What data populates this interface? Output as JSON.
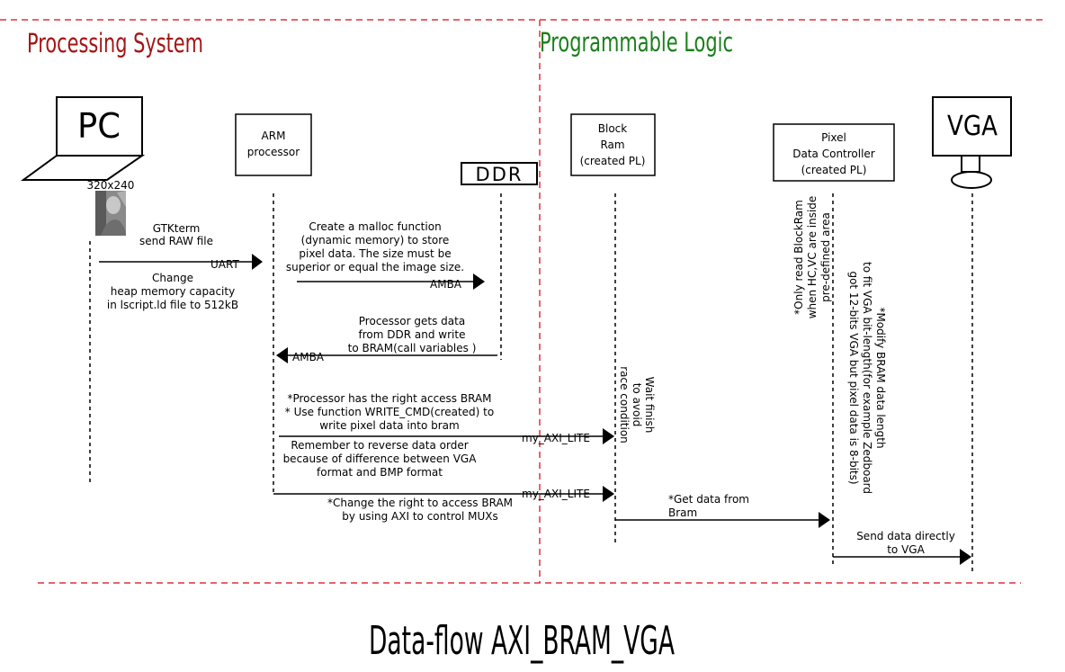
{
  "sections": {
    "ps_title": "Processing System",
    "pl_title": "Programmable Logic",
    "ps_color": "#a31515",
    "pl_color": "#1a7f1a",
    "divider_color": "#e0303a"
  },
  "participants": {
    "pc": "PC",
    "arm": [
      "ARM",
      "processor"
    ],
    "ddr": "DDR",
    "bram": [
      "Block",
      "Ram",
      "(created PL)"
    ],
    "pixel": [
      "Pixel",
      "Data Controller",
      "(created PL)"
    ],
    "vga": "VGA"
  },
  "image_label": "320x240",
  "messages": {
    "gtkterm": [
      "GTKterm",
      "send RAW file"
    ],
    "uart": "UART",
    "heap": [
      "Change",
      "heap memory capacity",
      "in lscript.ld file to 512kB"
    ],
    "malloc": [
      "Create a malloc function",
      "(dynamic memory) to store",
      "pixel data. The size must be",
      "superior or equal the image size."
    ],
    "amba1": "AMBA",
    "processor_gets": [
      "Processor gets data",
      "from DDR and write",
      "to BRAM(call variables )"
    ],
    "amba2": "AMBA",
    "write_cmd": [
      "*Processor has the right access BRAM",
      "* Use function WRITE_CMD(created) to",
      "write pixel data into bram"
    ],
    "axi1": "my_AXI_LITE",
    "reverse": [
      "Remember to reverse data order",
      "because of difference between VGA",
      "format and BMP format"
    ],
    "axi2": "my_AXI_LITE",
    "change_right": [
      "*Change the right to access BRAM",
      "by using AXI to control MUXs"
    ],
    "wait": [
      "Wait finish",
      "to avoid",
      "race condition"
    ],
    "get_data": [
      "*Get data from",
      "Bram"
    ],
    "send_vga": [
      "Send data directly",
      "to VGA"
    ],
    "only_read": [
      "*Only read BlockRam",
      "when HC,VC are inside",
      "pre-defined area"
    ],
    "modify": [
      "*Modify BRAM data length",
      "to fit VGA bit-length(for example Zedboard",
      "got 12-bits VGA but pixel data is 8-bits)"
    ]
  },
  "caption": "Data-flow AXI_BRAM_VGA"
}
